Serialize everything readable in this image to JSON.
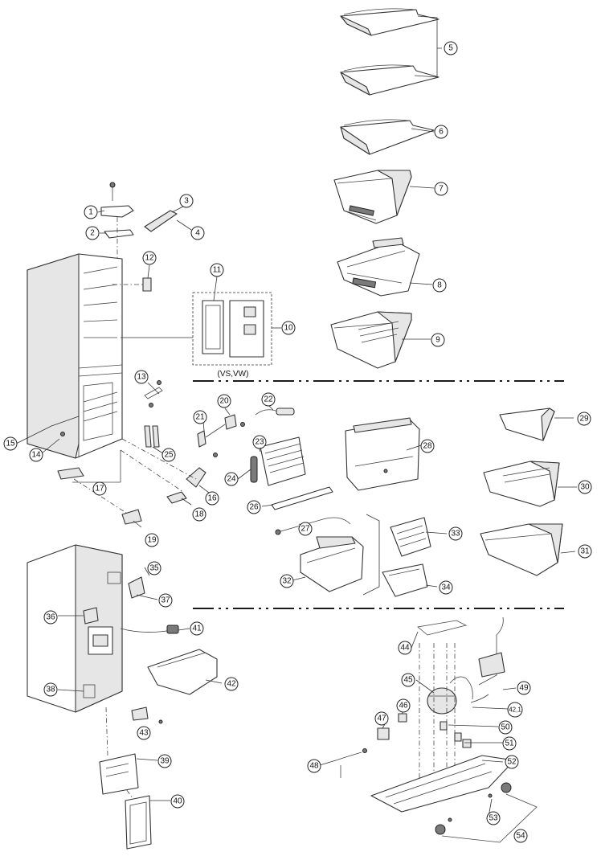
{
  "diagram": {
    "note": "(VS,VW)",
    "callouts": {
      "c1": "1",
      "c2": "2",
      "c3": "3",
      "c4": "4",
      "c5": "5",
      "c6": "6",
      "c7": "7",
      "c8": "8",
      "c9": "9",
      "c10": "10",
      "c11": "11",
      "c12": "12",
      "c13": "13",
      "c14": "14",
      "c15": "15",
      "c16": "16",
      "c17": "17",
      "c18": "18",
      "c19": "19",
      "c20": "20",
      "c21": "21",
      "c22": "22",
      "c23": "23",
      "c24": "24",
      "c25": "25",
      "c26": "26",
      "c27": "27",
      "c28": "28",
      "c29": "29",
      "c30": "30",
      "c31": "31",
      "c32": "32",
      "c33": "33",
      "c34": "34",
      "c35": "35",
      "c36": "36",
      "c37": "37",
      "c38": "38",
      "c39": "39",
      "c40": "40",
      "c41": "41",
      "c42": "42",
      "c421": "42,1",
      "c43": "43",
      "c44": "44",
      "c45": "45",
      "c46": "46",
      "c47": "47",
      "c48": "48",
      "c49": "49",
      "c50": "50",
      "c51": "51",
      "c52": "52",
      "c53": "53",
      "c54": "54"
    }
  }
}
